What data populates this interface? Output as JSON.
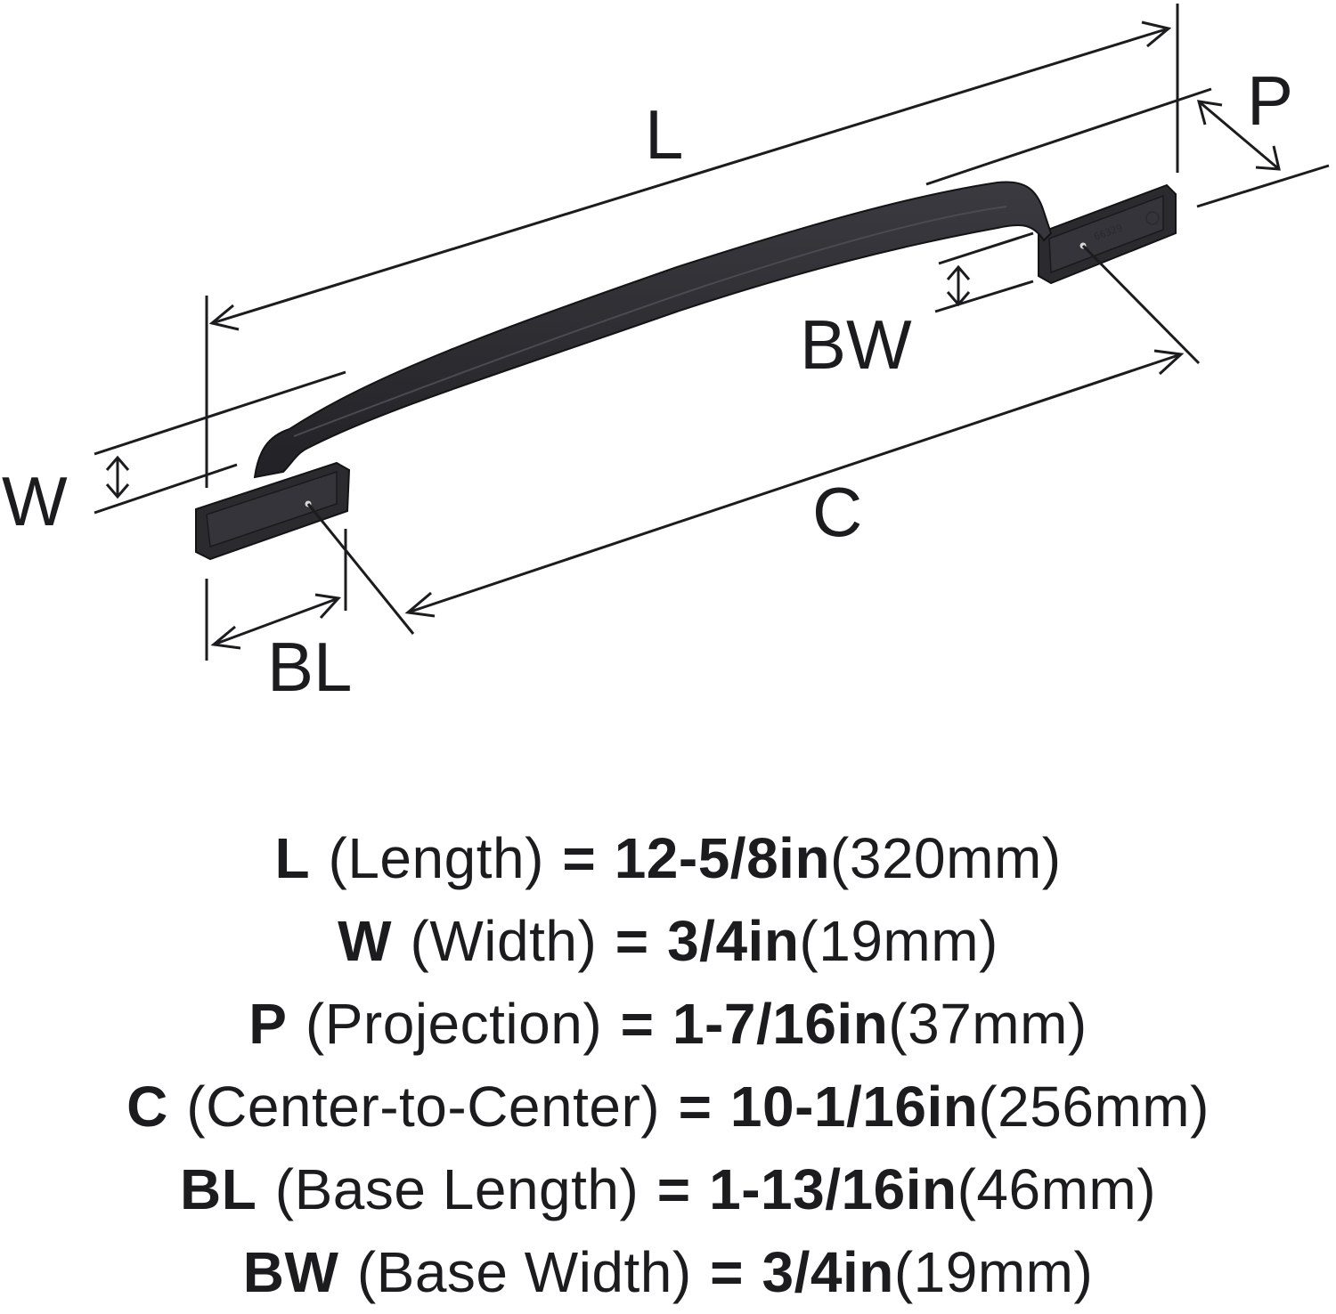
{
  "diagram": {
    "labels": {
      "L": "L",
      "P": "P",
      "BW": "BW",
      "W": "W",
      "C": "C",
      "BL": "BL"
    },
    "stamp": "66329",
    "colors": {
      "metal": "#2b2b30",
      "metal_edge": "#17171a",
      "ink": "#1c1c1f"
    }
  },
  "specs": [
    {
      "code": "L",
      "name": "(Length)",
      "eq": "=",
      "imperial": "12-5/8in",
      "metric": "(320mm)"
    },
    {
      "code": "W",
      "name": "(Width)",
      "eq": "=",
      "imperial": "3/4in",
      "metric": "(19mm)"
    },
    {
      "code": "P",
      "name": "(Projection)",
      "eq": "=",
      "imperial": "1-7/16in",
      "metric": "(37mm)"
    },
    {
      "code": "C",
      "name": "(Center-to-Center)",
      "eq": "=",
      "imperial": "10-1/16in",
      "metric": "(256mm)"
    },
    {
      "code": "BL",
      "name": "(Base Length)",
      "eq": "=",
      "imperial": "1-13/16in",
      "metric": "(46mm)"
    },
    {
      "code": "BW",
      "name": "(Base Width)",
      "eq": "=",
      "imperial": "3/4in",
      "metric": "(19mm)"
    }
  ]
}
